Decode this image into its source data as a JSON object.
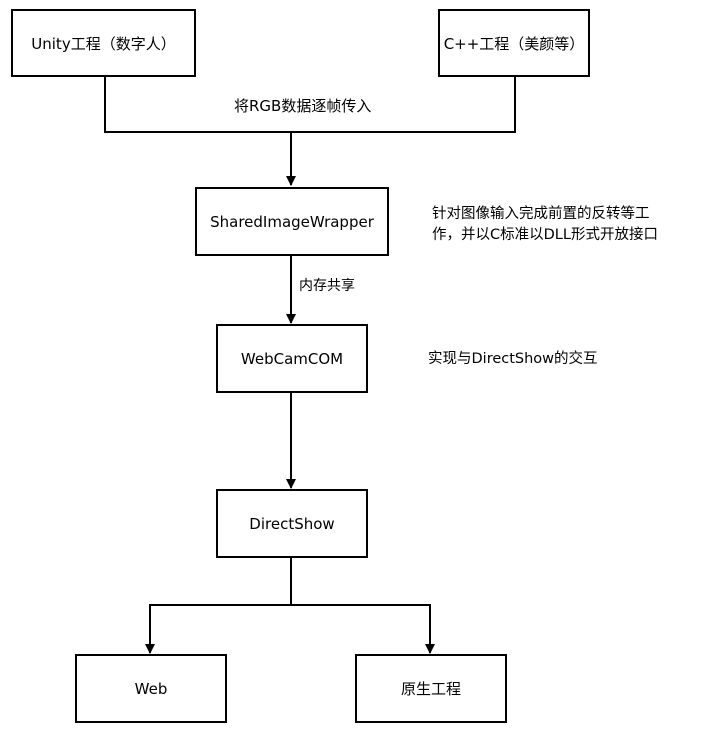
{
  "nodes": {
    "unity": "Unity工程（数字人）",
    "cpp": "C++工程（美颜等）",
    "shared": "SharedImageWrapper",
    "webcam": "WebCamCOM",
    "directshow": "DirectShow",
    "web": "Web",
    "native": "原生工程"
  },
  "edges": {
    "rgb_transfer": "将RGB数据逐帧传入",
    "memory_share": "内存共享"
  },
  "notes": {
    "shared_note_line1": "针对图像输入完成前置的反转等工",
    "shared_note_line2": "作，并以C标准以DLL形式开放接口",
    "webcam_note": "实现与DirectShow的交互"
  }
}
